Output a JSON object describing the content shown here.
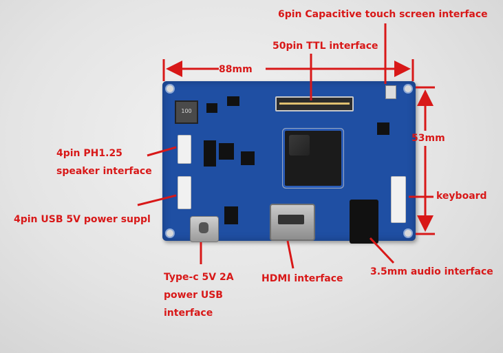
{
  "labels": {
    "touch_6pin": "6pin Capacitive touch screen interface",
    "ttl_50pin": "50pin TTL interface",
    "width_dim": "88mm",
    "height_dim": "53mm",
    "speaker_line1": "4pin PH1.25",
    "speaker_line2": "speaker interface",
    "usb_power": "4pin USB 5V power suppl",
    "keyboard": "keyboard",
    "typec_line1": "Type-c 5V 2A",
    "typec_line2": "power USB",
    "typec_line3": "interface",
    "hdmi": "HDMI interface",
    "audio": "3.5mm audio interface"
  },
  "colors": {
    "annotation": "#d81818",
    "pcb": "#1f4fa3"
  }
}
